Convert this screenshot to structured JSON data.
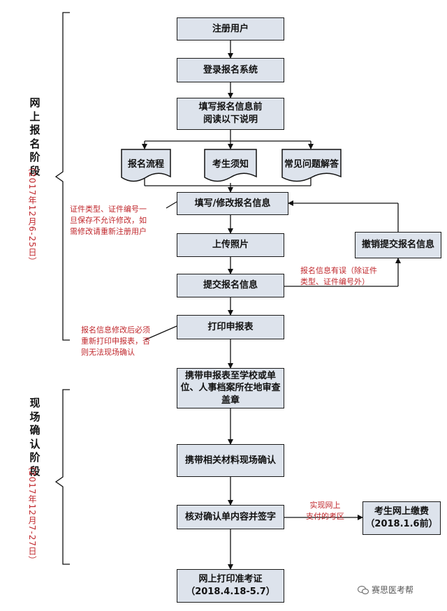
{
  "steps": {
    "register": "注册用户",
    "login": "登录报名系统",
    "fill_before": "填写报名信息前\n阅读以下说明",
    "fill_modify": "填写/修改报名信息",
    "upload": "上传照片",
    "submit": "提交报名信息",
    "print_form": "打印申报表",
    "stamp": "携带申报表至学校或单\n位、人事档案所在地审查\n盖章",
    "onsite": "携带相关材料现场确认",
    "verify": "核对确认单内容并签字",
    "print_ticket": "网上打印准考证\n（2018.4.18-5.7）",
    "revoke": "撤销提交报名信息",
    "payment": "考生网上缴费\n（2018.1.6前）"
  },
  "docs": {
    "process": "报名流程",
    "notice": "考生须知",
    "faq": "常见问题解答"
  },
  "notes": {
    "id_note": "证件类型、证件编号一\n旦保存不允许修改，如\n需修改请重新注册用户",
    "error_note": "报名信息有误（除证件\n类型、证件编号外）",
    "reprint_note": "报名信息修改后必须\n重新打印申报表，否\n则无法现场确认",
    "online_pay_note": "实现网上\n支付的考区"
  },
  "phases": {
    "online": {
      "title": "网上报名阶段",
      "date": "（2017年12月6-25日）"
    },
    "onsite": {
      "title": "现场确认阶段",
      "date": "（2017年12月7-27日）"
    }
  },
  "watermark": "赛思医考帮"
}
